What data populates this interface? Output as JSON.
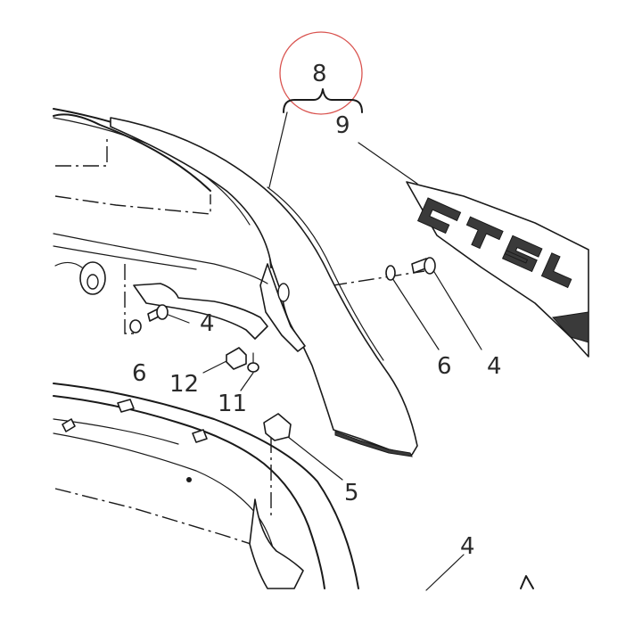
{
  "diagram": {
    "callouts": [
      {
        "id": "8",
        "label": "8"
      },
      {
        "id": "9",
        "label": "9"
      },
      {
        "id": "4a",
        "label": "4"
      },
      {
        "id": "4b",
        "label": "4"
      },
      {
        "id": "4c",
        "label": "4"
      },
      {
        "id": "6a",
        "label": "6"
      },
      {
        "id": "6b",
        "label": "6"
      },
      {
        "id": "12",
        "label": "12"
      },
      {
        "id": "11",
        "label": "11"
      },
      {
        "id": "5",
        "label": "5"
      }
    ],
    "highlight_color": "#d9534f",
    "emblem_icon": "gt-badge-icon"
  }
}
